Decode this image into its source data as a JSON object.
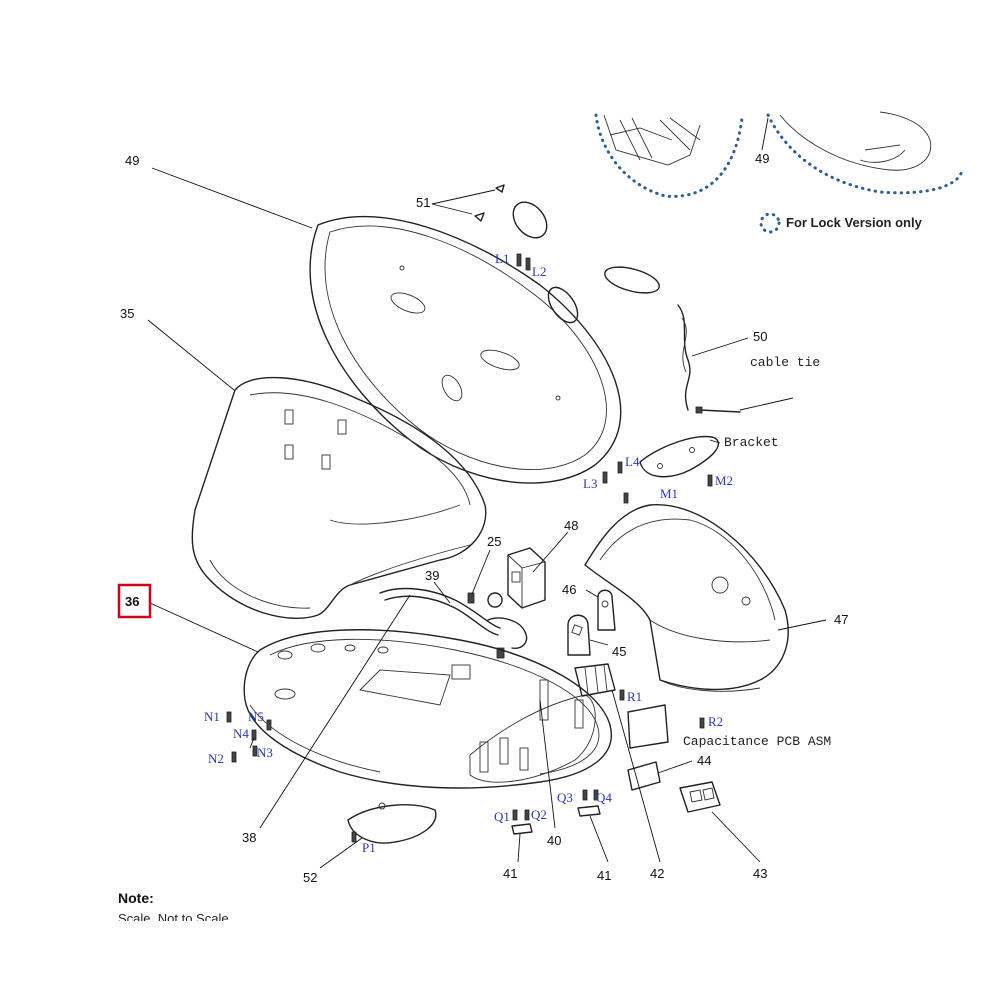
{
  "callouts": {
    "c49": "49",
    "c49b": "49",
    "c51": "51",
    "c35": "35",
    "c50": "50",
    "c48": "48",
    "c25": "25",
    "c39": "39",
    "c46": "46",
    "c47": "47",
    "c45": "45",
    "c36": "36",
    "c44": "44",
    "c38": "38",
    "c40": "40",
    "c52": "52",
    "c41a": "41",
    "c41b": "41",
    "c42": "42",
    "c43": "43"
  },
  "fasteners": {
    "L1": "L1",
    "L2": "L2",
    "L3": "L3",
    "L4": "L4",
    "M1": "M1",
    "M2": "M2",
    "N1": "N1",
    "N2": "N2",
    "N3": "N3",
    "N4": "N4",
    "N5": "N5",
    "R1": "R1",
    "R2": "R2",
    "Q1": "Q1",
    "Q2": "Q2",
    "Q3": "Q3",
    "Q4": "Q4",
    "P1": "P1"
  },
  "labels": {
    "cable_tie": "cable tie",
    "bracket": "Bracket",
    "capacitance": "Capacitance PCB ASM",
    "lock_legend": "For Lock Version only"
  },
  "highlight": {
    "callout": "36",
    "color": "#d0021b"
  },
  "note": {
    "heading": "Note:",
    "text": "Scale, Not to Scale"
  }
}
